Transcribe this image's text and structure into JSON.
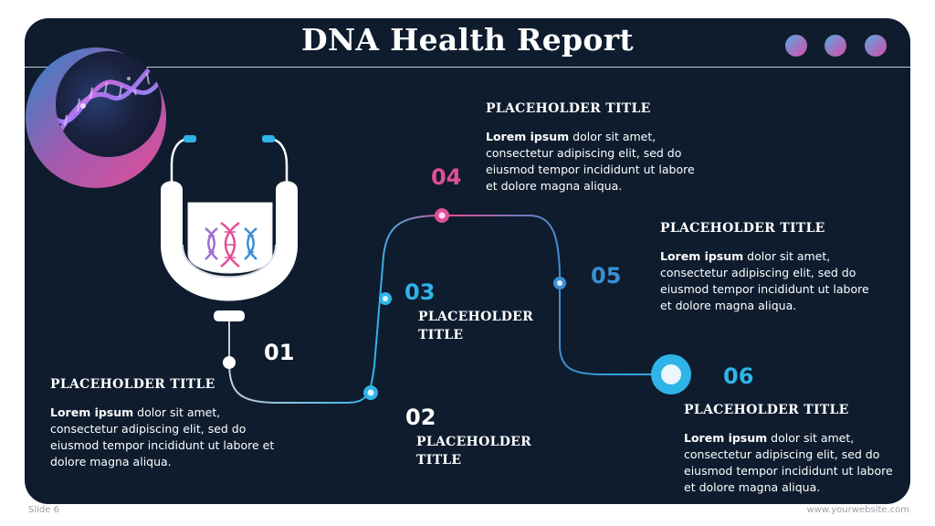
{
  "title": "DNA Health Report",
  "colors": {
    "background": "#0e1c2e",
    "accent_blue": "#2fb4e8",
    "accent_pink": "#e04f98",
    "accent_mid": "#3b8fd4"
  },
  "steps": [
    {
      "number": "01",
      "title": "PLACEHOLDER TITLE",
      "body_bold": "Lorem ipsum",
      "body_rest": " dolor sit amet, consectetur adipiscing elit, sed do eiusmod tempor incididunt ut labore et dolore magna aliqua.",
      "number_color": "#ffffff"
    },
    {
      "number": "02",
      "title_line1": "PLACEHOLDER",
      "title_line2": "TITLE",
      "number_color": "#ffffff"
    },
    {
      "number": "03",
      "title_line1": "PLACEHOLDER",
      "title_line2": "TITLE",
      "number_color": "#2fb4e8"
    },
    {
      "number": "04",
      "title": "PLACEHOLDER TITLE",
      "body_bold": "Lorem ipsum",
      "body_rest": " dolor sit amet, consectetur adipiscing elit, sed do eiusmod tempor incididunt ut labore et dolore magna aliqua.",
      "number_color": "#e04f98"
    },
    {
      "number": "05",
      "title": "PLACEHOLDER TITLE",
      "body_bold": "Lorem ipsum",
      "body_rest": " dolor sit amet, consectetur adipiscing elit, sed do eiusmod tempor incididunt ut labore et dolore magna aliqua.",
      "number_color": "#3b8fd4"
    },
    {
      "number": "06",
      "title": "PLACEHOLDER TITLE",
      "body_bold": "Lorem ipsum",
      "body_rest": " dolor sit amet, consectetur adipiscing elit, sed do eiusmod tempor incididunt ut labore et dolore magna aliqua.",
      "number_color": "#2fb4e8"
    }
  ],
  "footer": {
    "left": "Slide 6",
    "right": "www.yourwebsite.com"
  }
}
